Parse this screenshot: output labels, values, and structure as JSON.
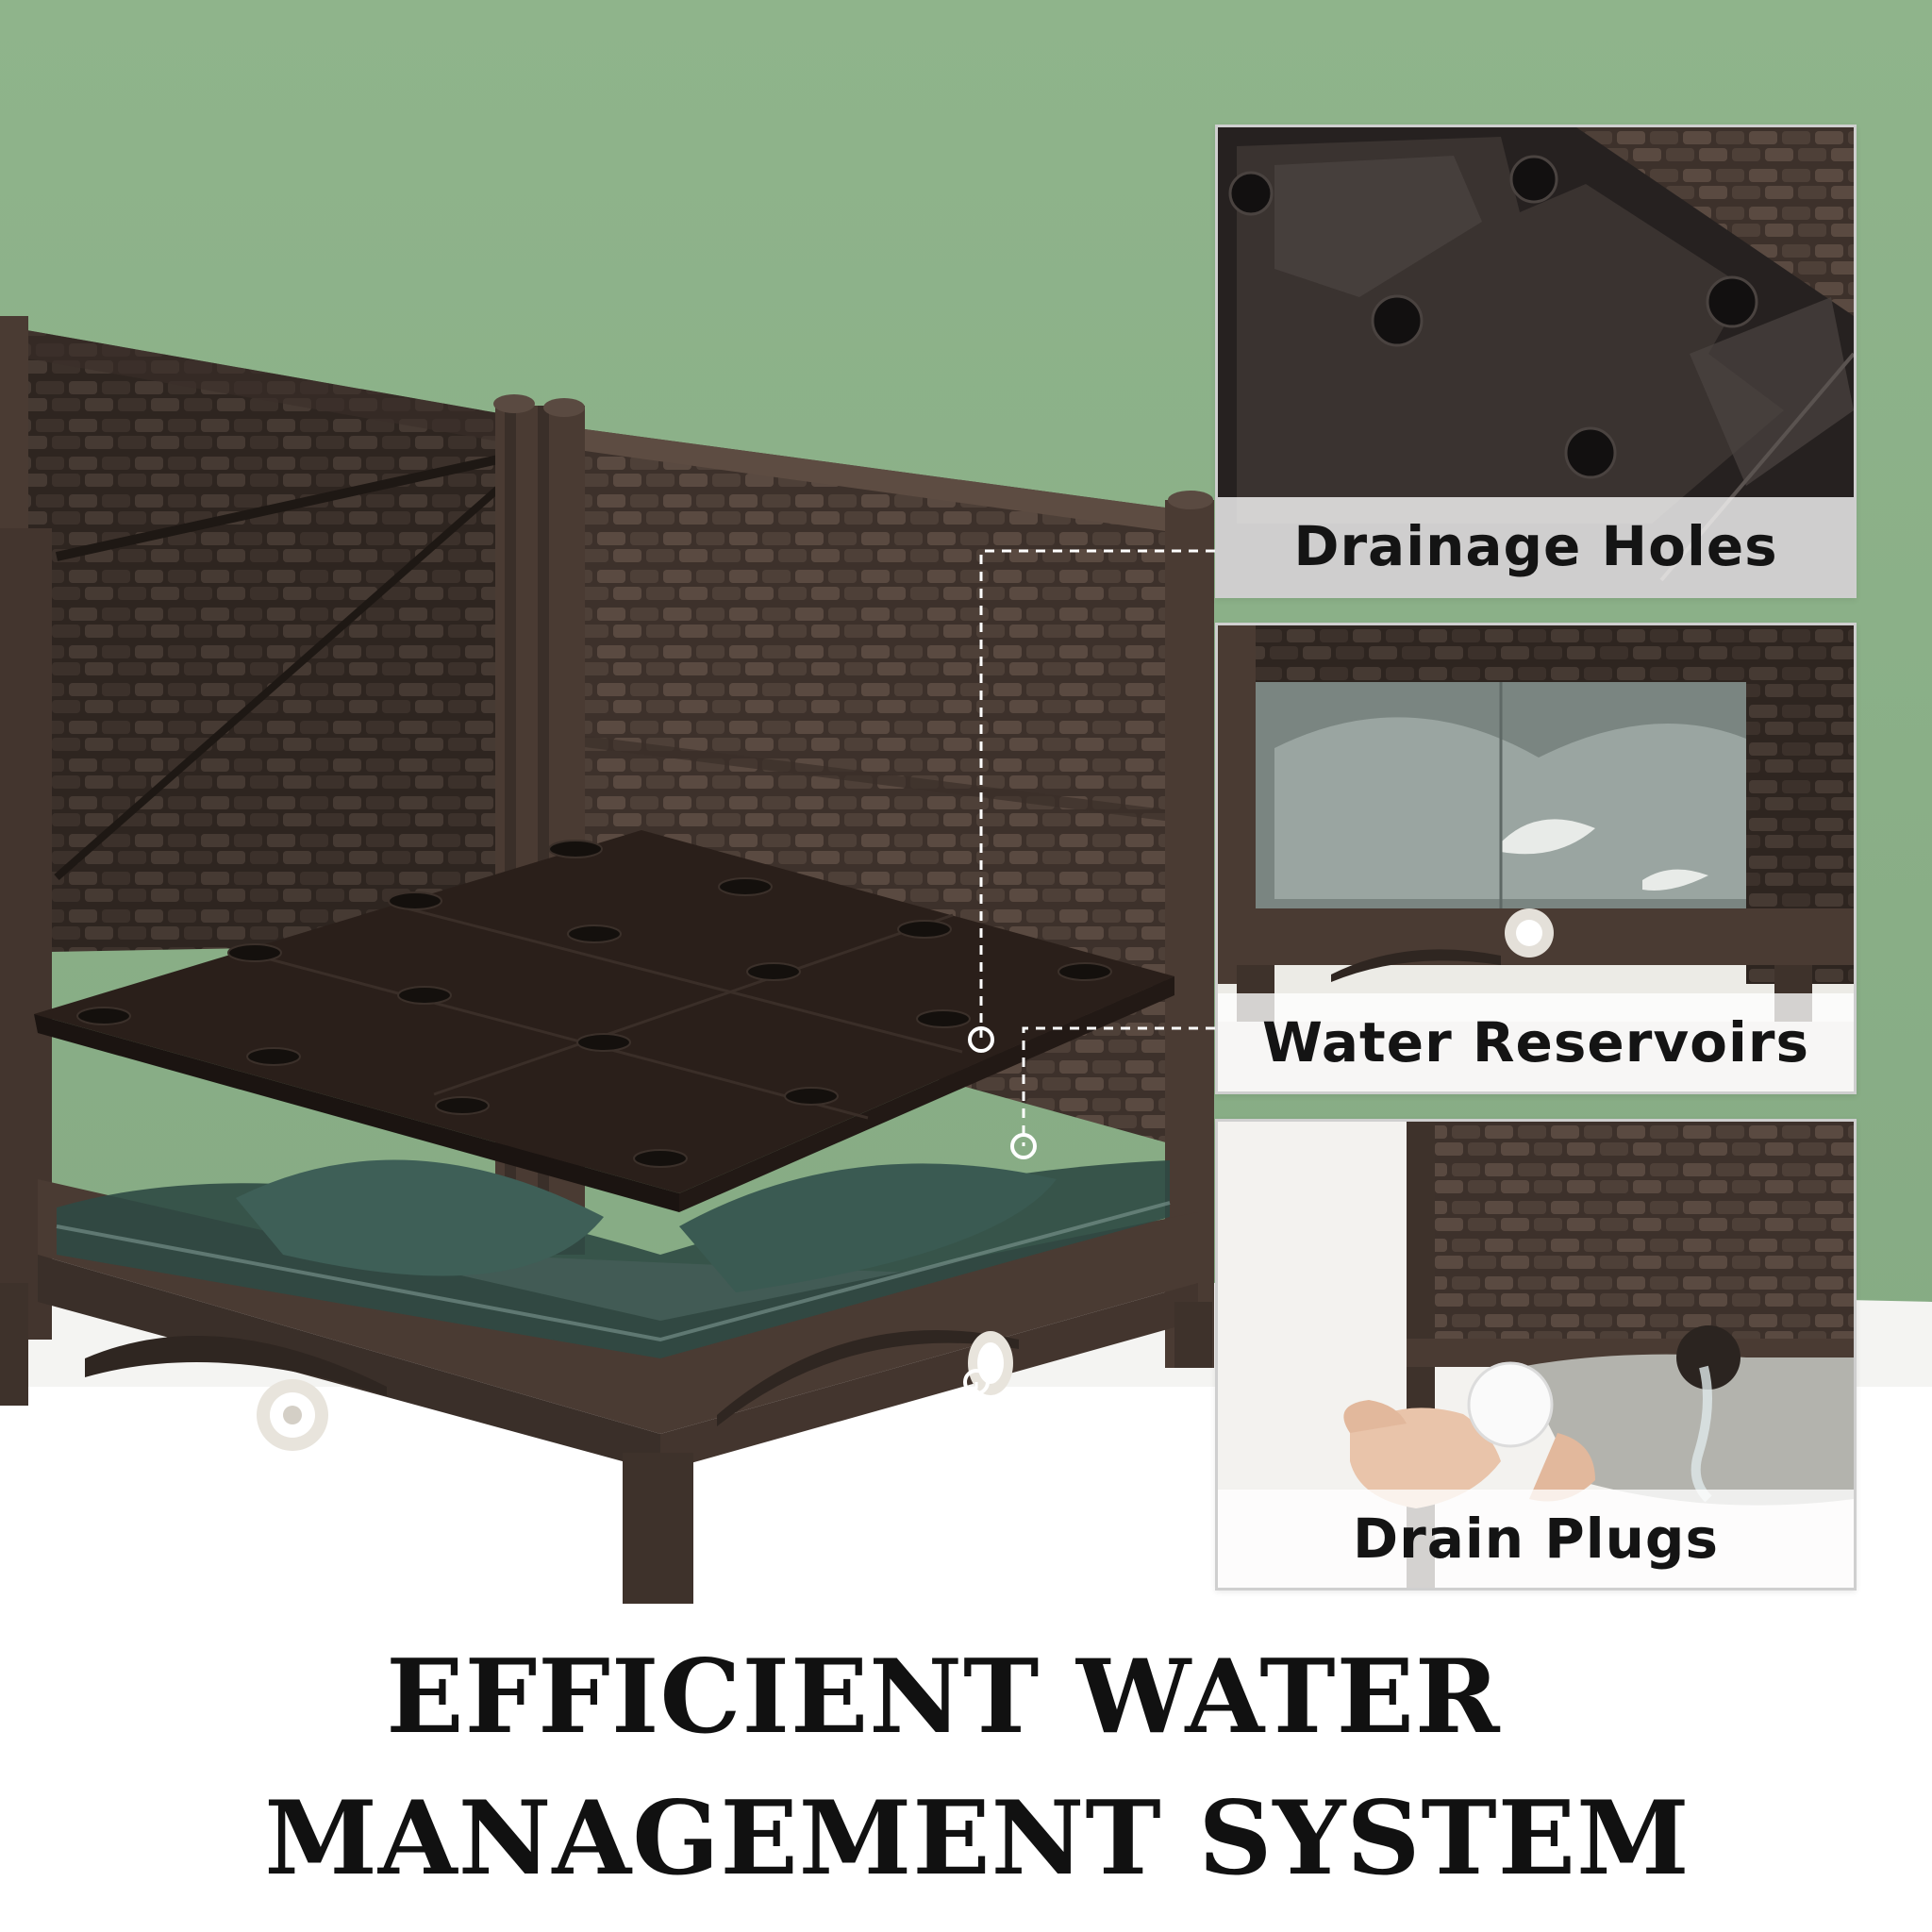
{
  "colors": {
    "background_green": "#8fb48b",
    "planter_brown": "#4a3b33",
    "caption_text": "#141414",
    "headline_text": "#111111"
  },
  "callouts": [
    {
      "label": "Drainage Holes"
    },
    {
      "label": "Water Reservoirs"
    },
    {
      "label": "Drain Plugs"
    }
  ],
  "headline": {
    "line1": "EFFICIENT WATER",
    "line2": "MANAGEMENT SYSTEM"
  }
}
